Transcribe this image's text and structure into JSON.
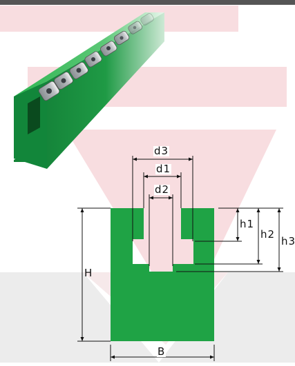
{
  "figure": {
    "topbar_color": "#555555",
    "profile_color": "#1fa345",
    "watermark_colors": [
      "#f8dde0",
      "#ececec"
    ],
    "photo_subject": "green-guide-rail-with-roller-chain"
  },
  "dimensions": {
    "d3": "d3",
    "d1": "d1",
    "d2": "d2",
    "h1": "h1",
    "h2": "h2",
    "h3": "h3",
    "H": "H",
    "B": "B"
  }
}
